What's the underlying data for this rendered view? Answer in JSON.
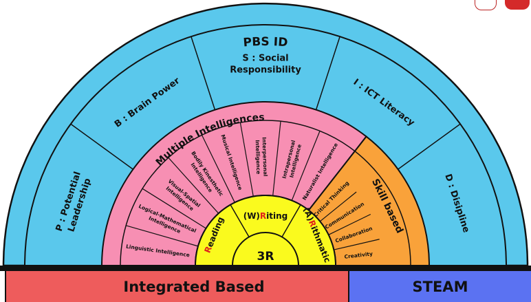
{
  "title": "PBS ID",
  "pbs": [
    {
      "line1": "P : Potential",
      "line2": "Leadership"
    },
    {
      "line1": "B : Brain Power",
      "line2": ""
    },
    {
      "line1": "S : Social",
      "line2": "Responsibility"
    },
    {
      "line1": "I : ICT Literacy",
      "line2": ""
    },
    {
      "line1": "D : Disipline",
      "line2": ""
    }
  ],
  "mi_title": "Multiple Intelligences",
  "skill_title": "Skill based",
  "intelligences": [
    {
      "line1": "Linguistic Intelligence",
      "line2": ""
    },
    {
      "line1": "Logical-Mathematical",
      "line2": "Intelligence"
    },
    {
      "line1": "Visual-Spatial",
      "line2": "Intelligence"
    },
    {
      "line1": "Bodily Kinesthetic",
      "line2": "Intelligence"
    },
    {
      "line1": "Musical Intelligence",
      "line2": ""
    },
    {
      "line1": "Interpersonal",
      "line2": "Intelligence"
    },
    {
      "line1": "Intrapersonal",
      "line2": "Intelligence"
    },
    {
      "line1": "Naturalist Intelligence",
      "line2": ""
    }
  ],
  "skills": [
    "Critical Thinking",
    "Communication",
    "Collaboration",
    "Creativity"
  ],
  "r3": {
    "center": "3R",
    "reading_first": "R",
    "reading_rest": "eading",
    "writing_pre": "(W)",
    "writing_r": "R",
    "writing_rest": "iting",
    "arith_pre": "(A)",
    "arith_r": "R",
    "arith_rest": "ithmatic"
  },
  "bottom": {
    "left": "Integrated Based",
    "right": "STEAM"
  },
  "colors": {
    "blue": "#5ac8ec",
    "pink": "#f78fb3",
    "orange": "#f9a23a",
    "yellow": "#fafa1e",
    "red_band": "#ee5c5c",
    "blue_band": "#5b72f2",
    "accent_red": "#e0231c"
  }
}
